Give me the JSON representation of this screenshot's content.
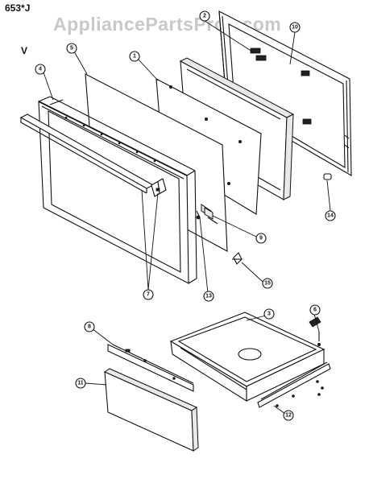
{
  "header": {
    "model": "653*J",
    "section": "V",
    "watermark": "AppliancePartsPros.com"
  },
  "callouts": [
    {
      "id": "c1",
      "label": "1"
    },
    {
      "id": "c2",
      "label": "2"
    },
    {
      "id": "c3",
      "label": "3"
    },
    {
      "id": "c4",
      "label": "4"
    },
    {
      "id": "c5",
      "label": "5"
    },
    {
      "id": "c6",
      "label": "6"
    },
    {
      "id": "c7",
      "label": "7"
    },
    {
      "id": "c8",
      "label": "8"
    },
    {
      "id": "c9",
      "label": "9"
    },
    {
      "id": "c10",
      "label": "10"
    },
    {
      "id": "c11",
      "label": "11"
    },
    {
      "id": "c12",
      "label": "12"
    },
    {
      "id": "c13",
      "label": "13"
    },
    {
      "id": "c14",
      "label": "14"
    },
    {
      "id": "c15",
      "label": "15"
    }
  ]
}
